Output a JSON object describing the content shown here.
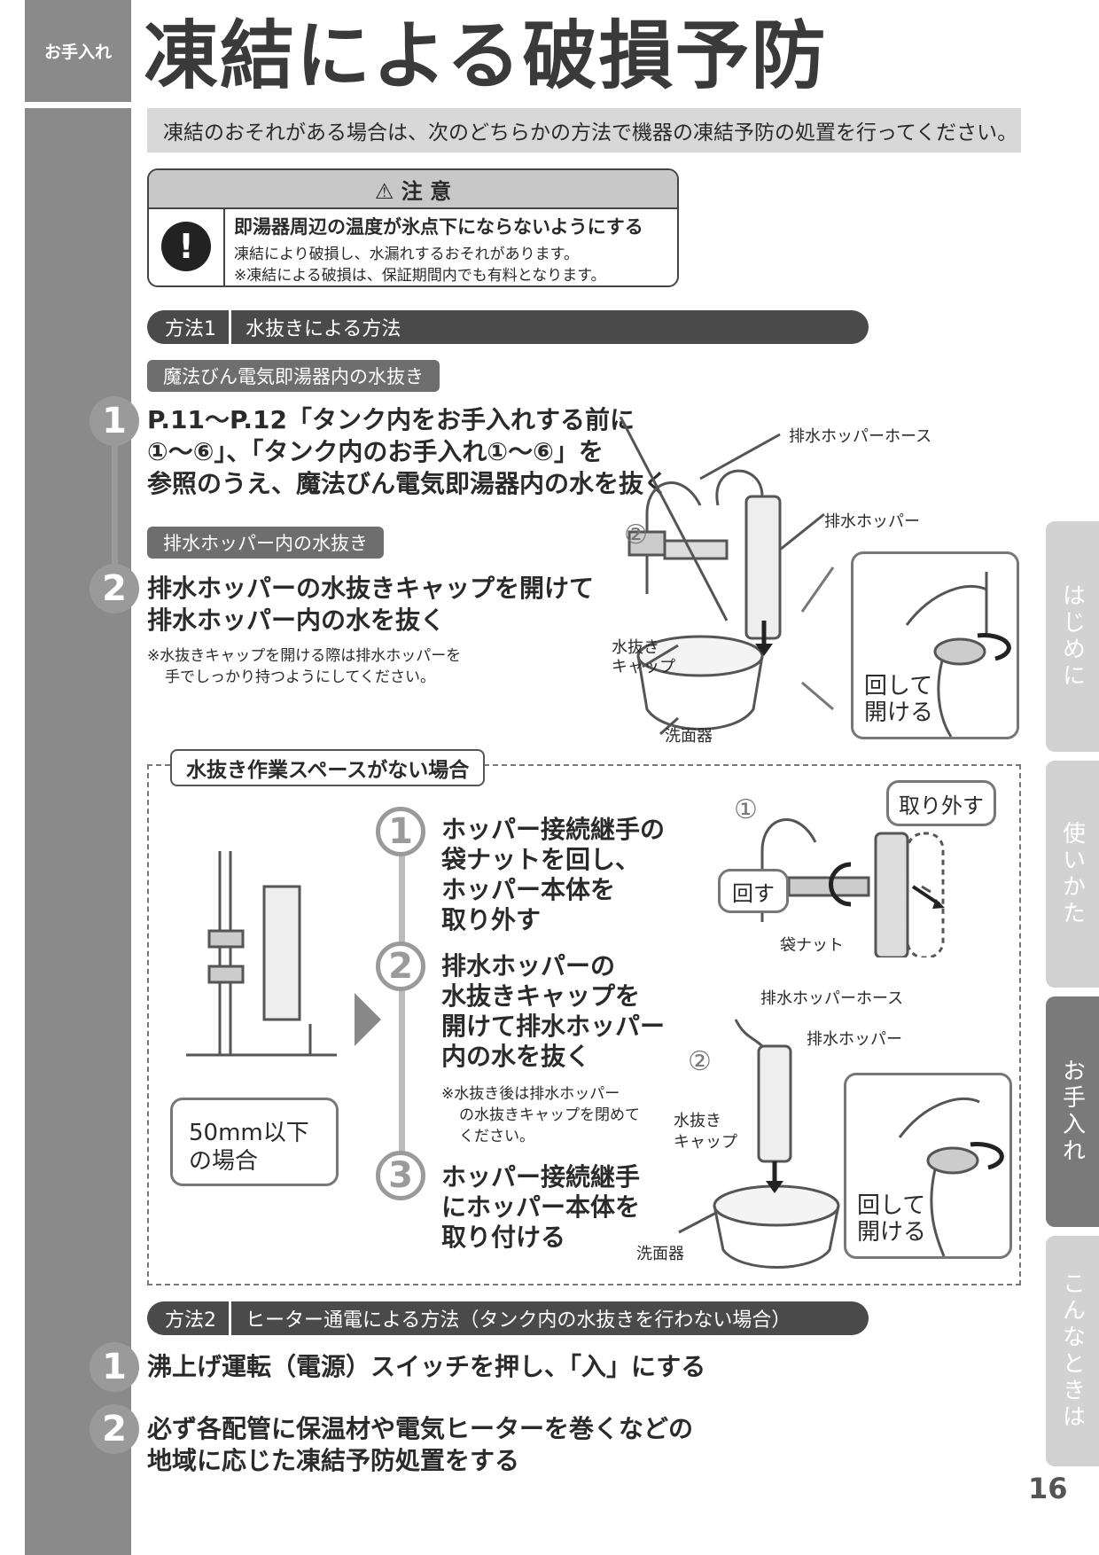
{
  "section_tag": "お手入れ",
  "title": "凍結による破損予防",
  "intro": "凍結のおそれがある場合は、次のどちらかの方法で機器の凍結予防の処置を行ってください。",
  "caution": {
    "header": "⚠ 注 意",
    "line1": "即湯器周辺の温度が氷点下にならないようにする",
    "line2": "凍結により破損し、水漏れするおそれがあります。",
    "line3": "※凍結による破損は、保証期間内でも有料となります。"
  },
  "method1": {
    "label": "方法1",
    "text": "水抜きによる方法",
    "sub1": "魔法びん電気即湯器内の水抜き",
    "step1_num": "1",
    "step1_l1": "P.11〜P.12「タンク内をお手入れする前に",
    "step1_l2": "①〜⑥」、「タンク内のお手入れ①〜⑥」を",
    "step1_l3": "参照のうえ、魔法びん電気即湯器内の水を抜く",
    "sub2": "排水ホッパー内の水抜き",
    "step2_num": "2",
    "step2_l1": "排水ホッパーの水抜きキャップを開けて",
    "step2_l2": "排水ホッパー内の水を抜く",
    "note_l1": "※水抜きキャップを開ける際は排水ホッパーを",
    "note_l2": "手でしっかり持つようにしてください。",
    "fig": {
      "hose": "排水ホッパーホース",
      "hopper": "排水ホッパー",
      "circle2": "②",
      "cap_l1": "水抜き",
      "cap_l2": "キャップ",
      "basin": "洗面器",
      "turn_l1": "回して",
      "turn_l2": "開ける"
    }
  },
  "nospace": {
    "title": "水抜き作業スペースがない場合",
    "box_l1": "50mm以下",
    "box_l2": "の場合",
    "s1_num": "1",
    "s1_l1": "ホッパー接続継手の",
    "s1_l2": "袋ナットを回し、",
    "s1_l3": "ホッパー本体を",
    "s1_l4": "取り外す",
    "s2_num": "2",
    "s2_l1": "排水ホッパーの",
    "s2_l2": "水抜きキャップを",
    "s2_l3": "開けて排水ホッパー",
    "s2_l4": "内の水を抜く",
    "s2_note1": "※水抜き後は排水ホッパー",
    "s2_note2": "の水抜きキャップを閉めて",
    "s2_note3": "ください。",
    "s3_num": "3",
    "s3_l1": "ホッパー接続継手",
    "s3_l2": "にホッパー本体を",
    "s3_l3": "取り付ける",
    "fig": {
      "circle1": "①",
      "remove": "取り外す",
      "turn": "回す",
      "nut": "袋ナット",
      "hose": "排水ホッパーホース",
      "hopper": "排水ホッパー",
      "circle2": "②",
      "cap_l1": "水抜き",
      "cap_l2": "キャップ",
      "basin": "洗面器",
      "turn_l1": "回して",
      "turn_l2": "開ける"
    }
  },
  "method2": {
    "label": "方法2",
    "text": "ヒーター通電による方法（タンク内の水抜きを行わない場合）",
    "step1_num": "1",
    "step1": "沸上げ運転（電源）スイッチを押し、「入」にする",
    "step2_num": "2",
    "step2_l1": "必ず各配管に保温材や電気ヒーターを巻くなどの",
    "step2_l2": "地域に応じた凍結予防処置をする"
  },
  "tabs": [
    {
      "label": "はじめに",
      "active": false
    },
    {
      "label": "使いかた",
      "active": false
    },
    {
      "label": "お手入れ",
      "active": true
    },
    {
      "label": "こんなときは",
      "active": false
    }
  ],
  "page_number": "16"
}
